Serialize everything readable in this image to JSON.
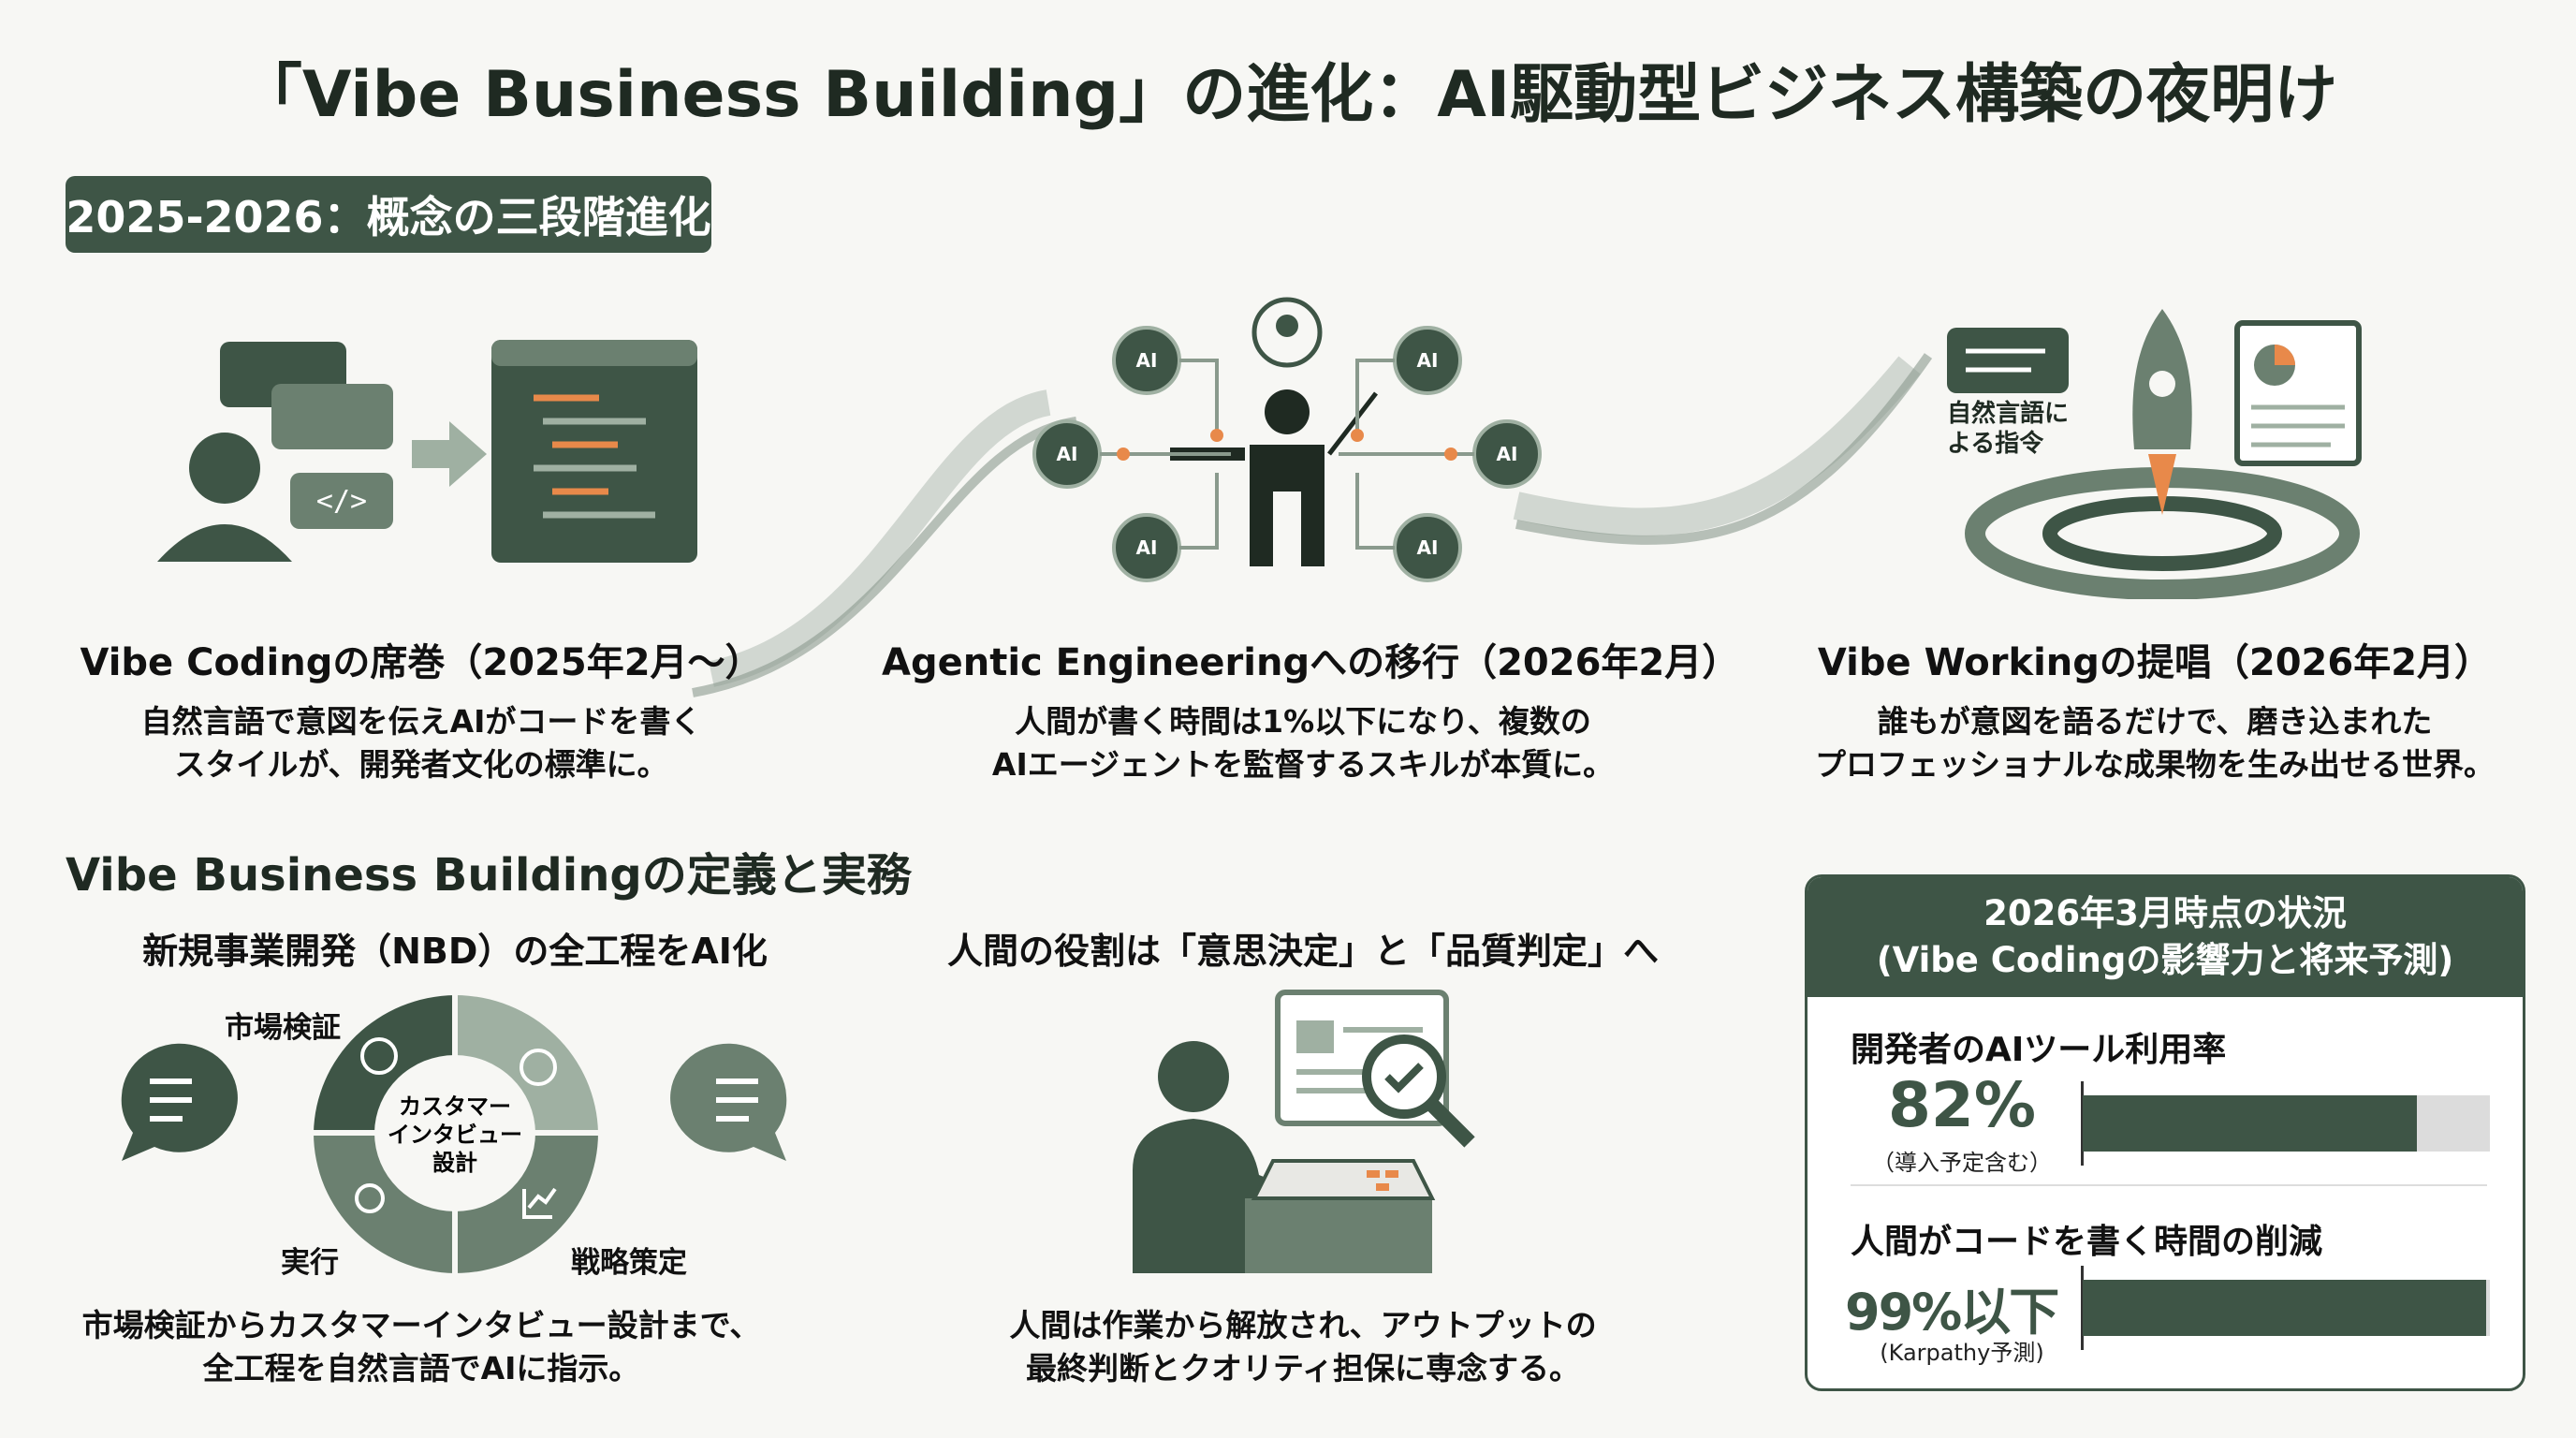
{
  "title": "「Vibe Business Building」の進化：AI駆動型ビジネス構築の夜明け",
  "phase_badge": "2025-2026：概念の三段階進化",
  "stages": [
    {
      "heading": "Vibe Codingの席巻（2025年2月～）",
      "desc": [
        "自然言語で意図を伝えAIがコードを書く",
        "スタイルが、開発者文化の標準に。"
      ],
      "icon": "developer-chat-code-icon"
    },
    {
      "heading": "Agentic Engineeringへの移行（2026年2月）",
      "desc": [
        "人間が書く時間は1%以下になり、複数の",
        "AIエージェントを監督するスキルが本質に。"
      ],
      "icon": "conductor-ai-agents-icon",
      "agent_label": "AI"
    },
    {
      "heading": "Vibe Workingの提唱（2026年2月）",
      "desc": [
        "誰もが意図を語るだけで、磨き込まれた",
        "プロフェッショナルな成果物を生み出せる世界。"
      ],
      "icon": "rocket-launch-icon",
      "bubble_text": [
        "自然言語に",
        "よる指令"
      ]
    }
  ],
  "section_title": "Vibe Business Buildingの定義と実務",
  "nbd": {
    "heading": "新規事業開発（NBD）の全工程をAI化",
    "center": [
      "カスタマー",
      "インタビュー",
      "設計"
    ],
    "labels": {
      "market": "市場検証",
      "execute": "実行",
      "strategy": "戦略策定"
    },
    "desc": [
      "市場検証からカスタマーインタビュー設計まで、",
      "全工程を自然言語でAIに指示。"
    ]
  },
  "role": {
    "heading": "人間の役割は「意思決定」と「品質判定」へ",
    "desc": [
      "人間は作業から解放され、アウトプットの",
      "最終判断とクオリティ担保に専念する。"
    ]
  },
  "status": {
    "title": [
      "2026年3月時点の状況",
      "(Vibe Codingの影響力と将来予測)"
    ],
    "metrics": [
      {
        "label": "開発者のAIツール利用率",
        "value": "82%",
        "note": "（導入予定含む）",
        "percent": 82
      },
      {
        "label": "人間がコードを書く時間の削減",
        "value": "99%以下",
        "note": "(Karpathy予測)",
        "percent": 99
      }
    ]
  },
  "colors": {
    "primary": "#3e5546",
    "mid": "#6b8070",
    "light": "#9fb0a2",
    "accent": "#e8894a",
    "background": "#f7f7f4"
  }
}
